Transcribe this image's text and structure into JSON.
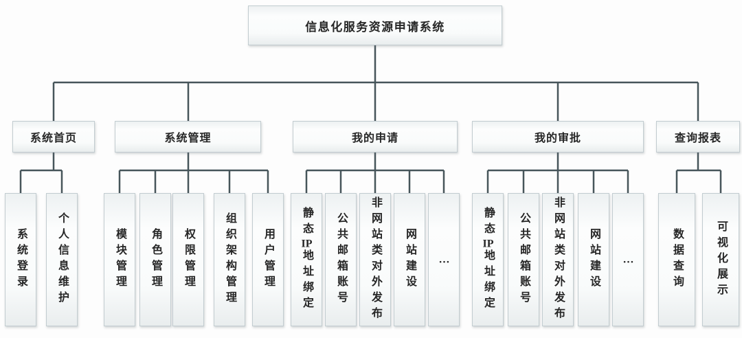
{
  "diagram": {
    "title_box": "信息化服务资源申请系统",
    "branches": [
      {
        "label": "系统首页",
        "children": [
          "系统登录",
          "个人信息维护"
        ]
      },
      {
        "label": "系统管理",
        "children": [
          "模块管理",
          "角色管理",
          "权限管理",
          "组织架构管理",
          "用户管理"
        ]
      },
      {
        "label": "我的申请",
        "children": [
          "静态IP地址绑定",
          "公共邮箱账号",
          "非网站类对外发布",
          "网站建设",
          "…"
        ]
      },
      {
        "label": "我的审批",
        "children": [
          "静态IP地址绑定",
          "公共邮箱账号",
          "非网站类对外发布",
          "网站建设",
          "…"
        ]
      },
      {
        "label": "查询报表",
        "children": [
          "数据查询",
          "可视化展示"
        ]
      }
    ],
    "colors": {
      "connector": "#46555a",
      "box_border": "#c2ccd0",
      "text": "#262626"
    }
  }
}
